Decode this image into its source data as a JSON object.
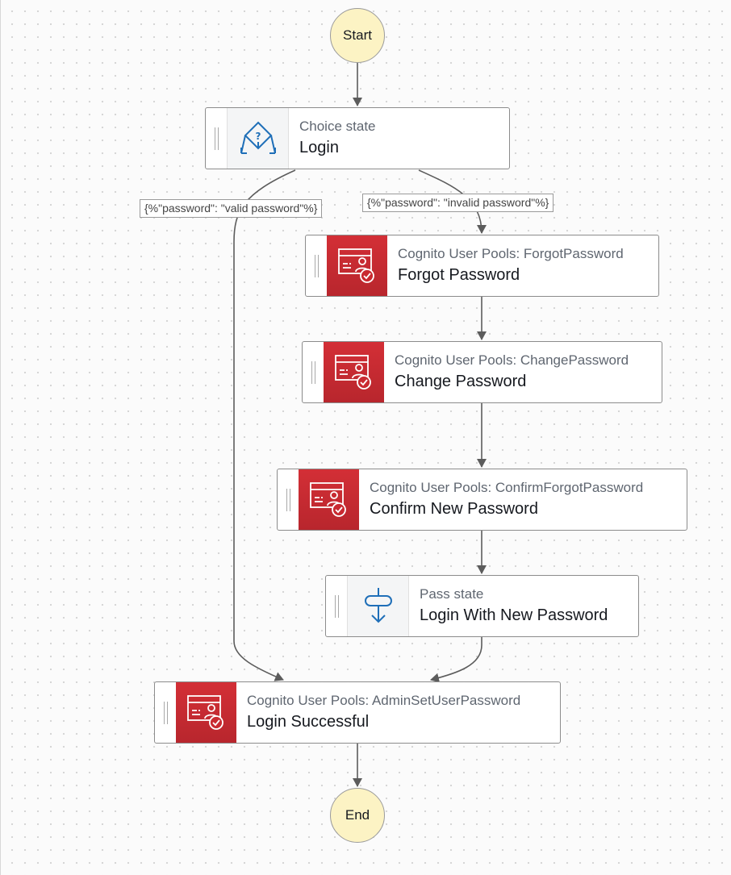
{
  "colors": {
    "terminal_fill": "#fcf3c4",
    "task_icon_bg": "#c92a31",
    "choice_icon_stroke": "#1f6fb8",
    "pass_icon_stroke": "#1f6fb8",
    "edge": "#5c5c5c"
  },
  "start": {
    "label": "Start"
  },
  "end": {
    "label": "End"
  },
  "nodes": {
    "login": {
      "type": "Choice state",
      "name": "Login",
      "icon": "choice-diamond-icon"
    },
    "forgot": {
      "type": "Cognito User Pools: ForgotPassword",
      "name": "Forgot Password",
      "icon": "cognito-icon"
    },
    "change": {
      "type": "Cognito User Pools: ChangePassword",
      "name": "Change Password",
      "icon": "cognito-icon"
    },
    "confirm": {
      "type": "Cognito User Pools: ConfirmForgotPassword",
      "name": "Confirm New Password",
      "icon": "cognito-icon"
    },
    "pass": {
      "type": "Pass state",
      "name": "Login With New Password",
      "icon": "pass-arrow-icon"
    },
    "success": {
      "type": "Cognito User Pools: AdminSetUserPassword",
      "name": "Login Successful",
      "icon": "cognito-icon"
    }
  },
  "edge_labels": {
    "valid": "{%\"password\": \"valid password\"%}",
    "invalid": "{%\"password\": \"invalid password\"%}"
  }
}
